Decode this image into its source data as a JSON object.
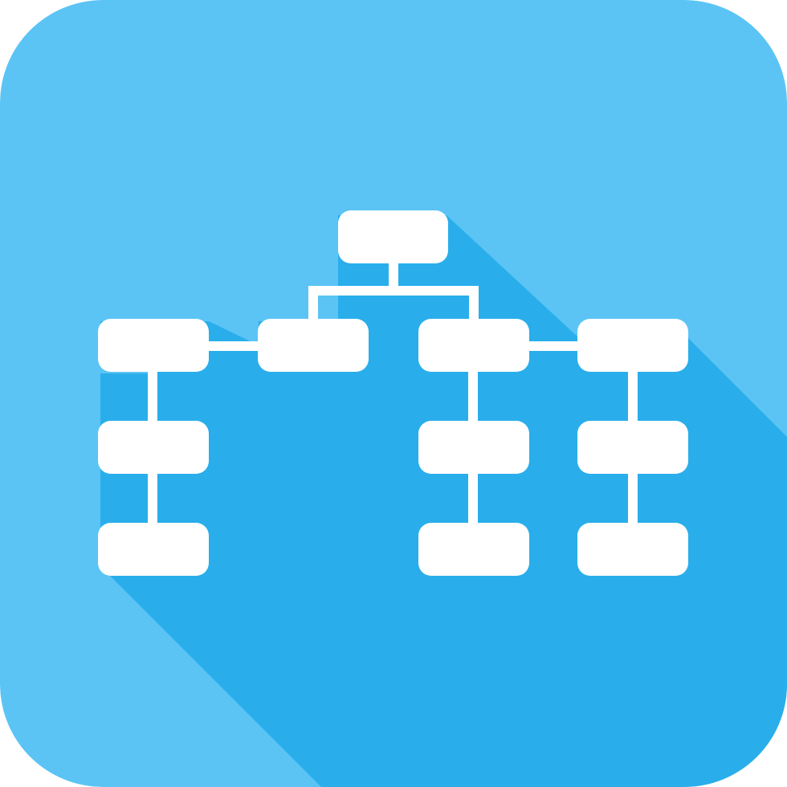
{
  "icon": {
    "name": "org-chart-icon",
    "style": "flat long-shadow"
  },
  "colors": {
    "tile_background": "#5BC4F5",
    "long_shadow": "#29AEEB",
    "glyph": "#FFFFFF"
  },
  "chart": {
    "levels": [
      1,
      4,
      6
    ],
    "nodes": [
      {
        "id": "root",
        "role": "root"
      },
      {
        "id": "branch-left-inner",
        "role": "branch"
      },
      {
        "id": "branch-right-inner",
        "role": "branch"
      },
      {
        "id": "branch-left-outer",
        "role": "branch"
      },
      {
        "id": "branch-right-outer",
        "role": "branch"
      },
      {
        "id": "left-child-1",
        "role": "child"
      },
      {
        "id": "left-child-2",
        "role": "child"
      },
      {
        "id": "mid-child-1",
        "role": "child"
      },
      {
        "id": "mid-child-2",
        "role": "child"
      },
      {
        "id": "right-child-1",
        "role": "child"
      },
      {
        "id": "right-child-2",
        "role": "child"
      }
    ]
  }
}
